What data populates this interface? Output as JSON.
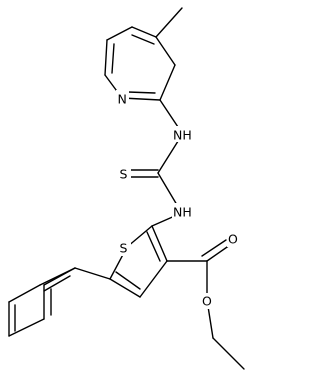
{
  "molecule": {
    "atom_labels": {
      "pyridine_n": "N",
      "nh_upper": "NH",
      "thione_s": "S",
      "nh_lower": "NH",
      "thiophene_s": "S",
      "carbonyl_o": "O",
      "ester_o": "O"
    }
  }
}
